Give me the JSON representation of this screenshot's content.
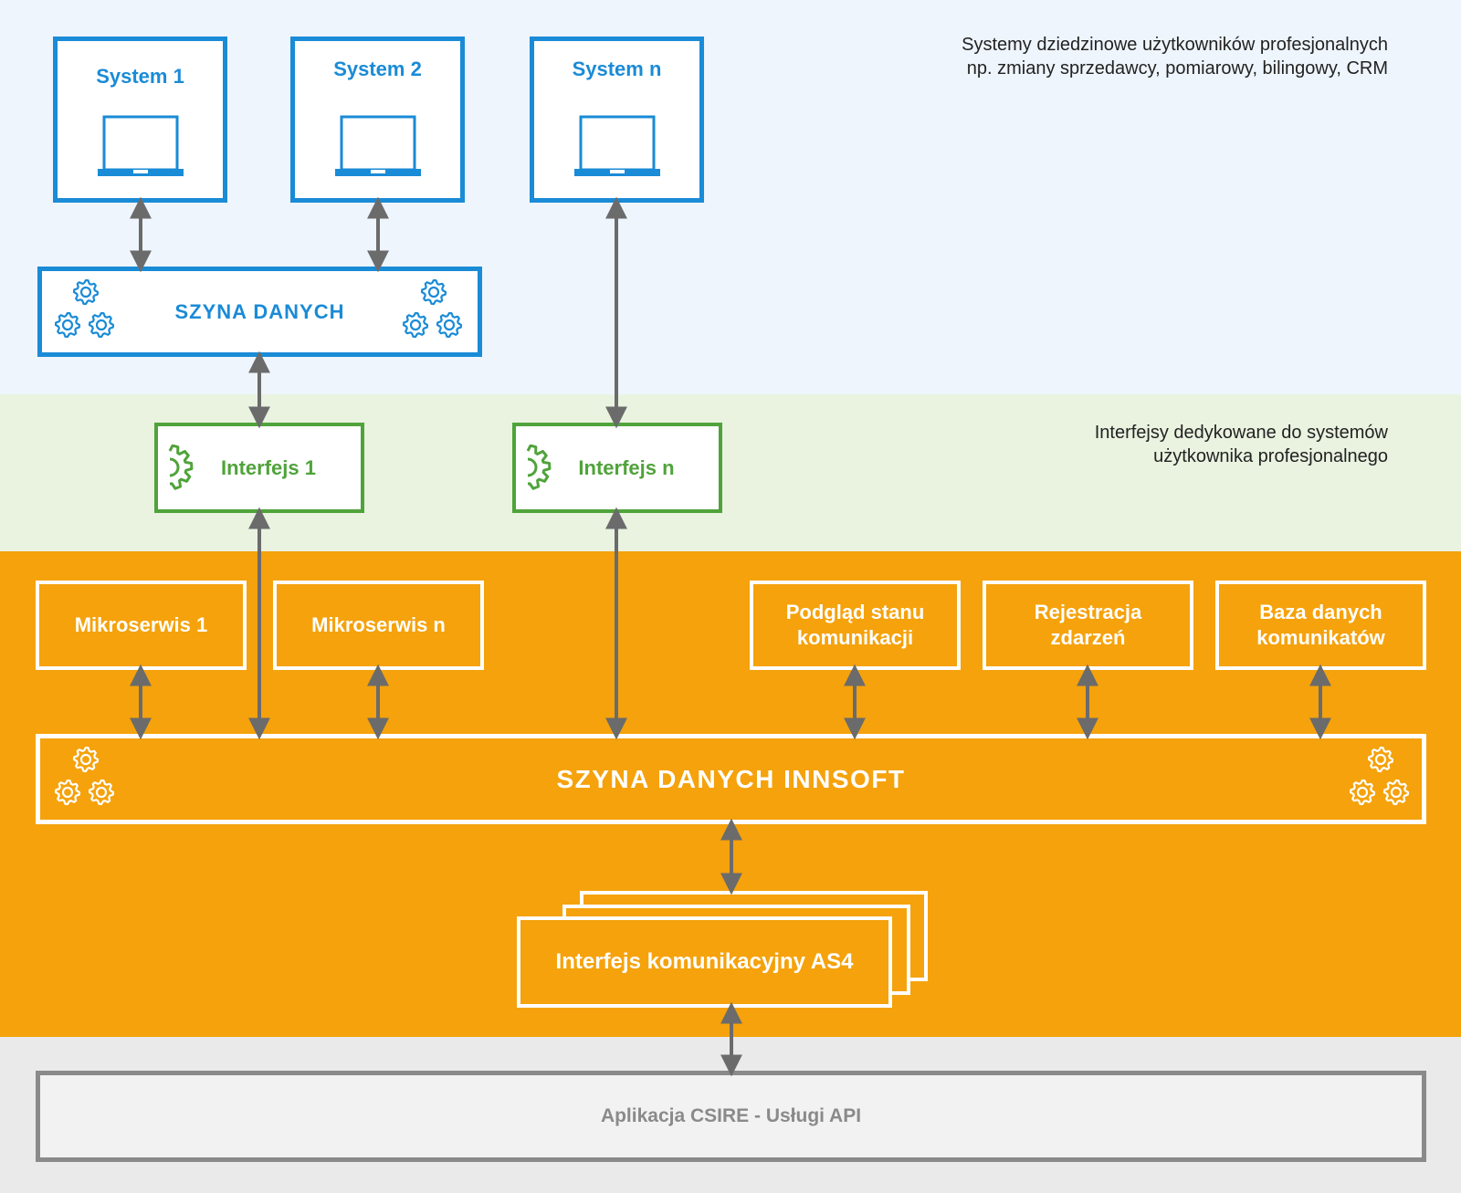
{
  "bands": {
    "top_note": [
      "Systemy dziedzinowe użytkowników profesjonalnych",
      "np. zmiany sprzedawcy, pomiarowy, bilingowy, CRM"
    ],
    "middle_note": [
      "Interfejsy dedykowane do systemów",
      "użytkownika profesjonalnego"
    ]
  },
  "systems": [
    {
      "label": "System 1"
    },
    {
      "label": "System 2"
    },
    {
      "label": "System n"
    }
  ],
  "bus_blue": {
    "label": "SZYNA DANYCH"
  },
  "interfaces": [
    {
      "label": "Interfejs 1"
    },
    {
      "label": "Interfejs n"
    }
  ],
  "microservices": [
    {
      "label": "Mikroserwis 1"
    },
    {
      "label": "Mikroserwis n"
    }
  ],
  "services": [
    {
      "line1": "Podgląd stanu",
      "line2": "komunikacji"
    },
    {
      "line1": "Rejestracja",
      "line2": "zdarzeń"
    },
    {
      "line1": "Baza danych",
      "line2": "komunikatów"
    }
  ],
  "bus_orange": {
    "label": "SZYNA DANYCH INNSOFT"
  },
  "as4": {
    "label": "Interfejs komunikacyjny AS4"
  },
  "csire": {
    "label": "Aplikacja CSIRE - Usługi API"
  },
  "icons": {
    "system": "laptop-icon",
    "bus": "gears-icon",
    "interface": "half-gear-icon"
  },
  "colors": {
    "blue": "#1a8bd6",
    "green": "#4fa33a",
    "orange": "#f5a20c",
    "gray": "#8a8a8a",
    "arrow": "#6b6b6b"
  }
}
